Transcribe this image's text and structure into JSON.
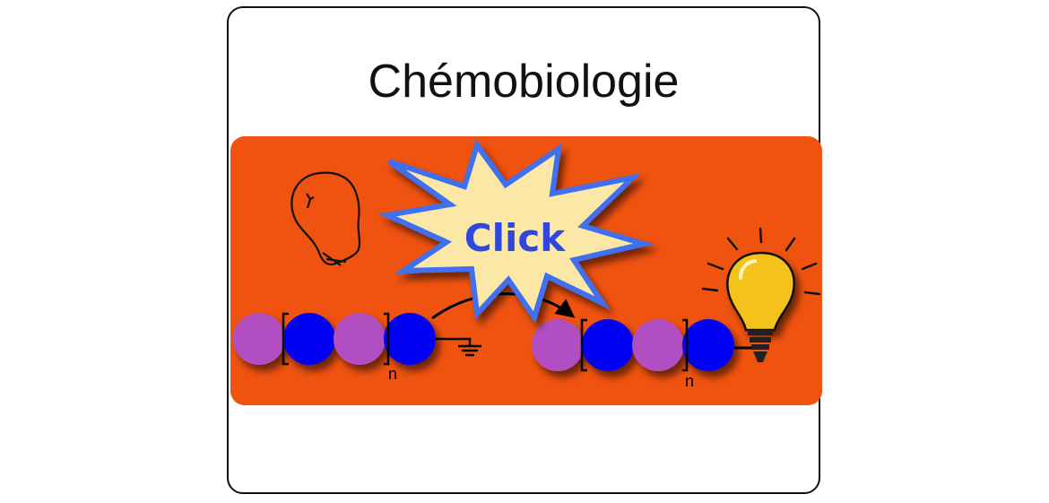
{
  "title": "Chémobiologie",
  "burst_label": "Click",
  "subscript_left": "n",
  "subscript_right": "n",
  "colors": {
    "banner": "#f0520f",
    "bead_purple": "#b14fc2",
    "bead_blue": "#0000f2",
    "burst_fill": "#fbe7a6",
    "burst_stroke": "#3f6ff0",
    "burst_text": "#2f47dc",
    "bulb_yellow": "#f5c21b"
  },
  "icons": [
    "unlit-bulb-icon",
    "click-burst-icon",
    "lit-bulb-icon",
    "reaction-arrow-icon",
    "ground-symbol-icon"
  ]
}
